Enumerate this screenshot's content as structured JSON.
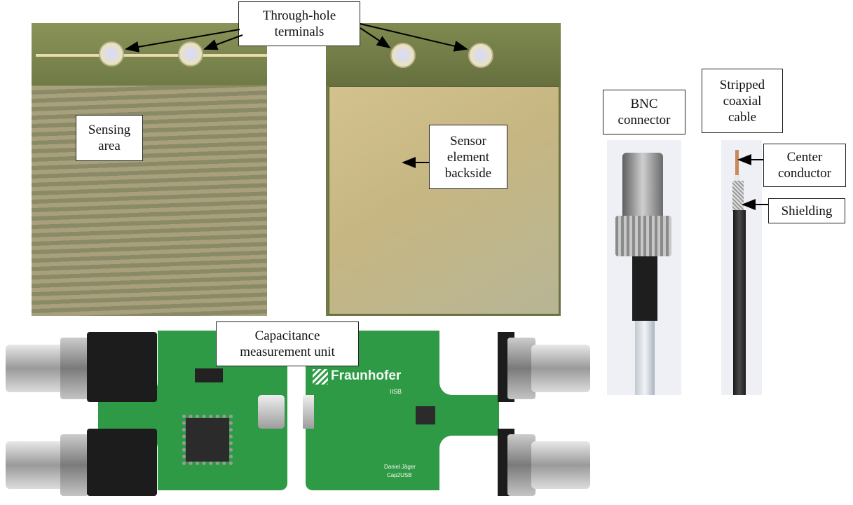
{
  "labels": {
    "through_hole": "Through-hole\nterminals",
    "sensing_area": "Sensing\narea",
    "sensor_backside": "Sensor\nelement\nbackside",
    "capacitance_unit": "Capacitance\nmeasurement unit",
    "bnc_connector": "BNC\nconnector",
    "stripped_cable": "Stripped\ncoaxial\ncable",
    "center_conductor": "Center\nconductor",
    "shielding": "Shielding"
  },
  "pcb_text": {
    "brand": "Fraunhofer",
    "institute": "IISB",
    "author": "Daniel Jäger",
    "board": "Cap2USB"
  },
  "colors": {
    "pcb_green": "#2f9a45",
    "sensor_gold": "#c9b880",
    "fr4_green": "#7a8650"
  }
}
